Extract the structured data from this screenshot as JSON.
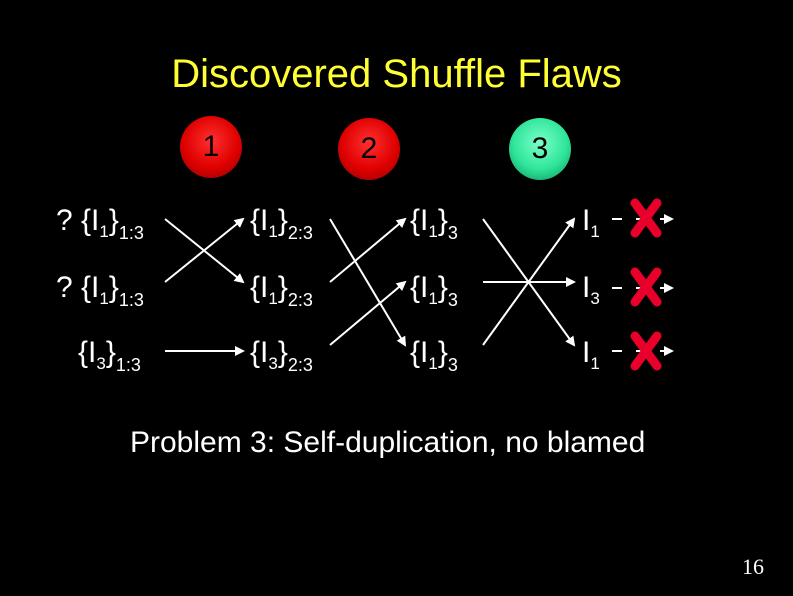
{
  "slide": {
    "title": "Discovered Shuffle Flaws",
    "circles": [
      "1",
      "2",
      "3"
    ],
    "problem": "Problem 3: Self-duplication, no blamed",
    "page_number": "16"
  },
  "rows": [
    {
      "mark": "?",
      "c1": {
        "base": "I",
        "sub": "1",
        "rest": "1:3"
      },
      "c2": {
        "base": "I",
        "sub": "1",
        "rest": "2:3"
      },
      "c3": {
        "base": "I",
        "sub": "1",
        "rest": "3"
      },
      "c4": {
        "base": "I",
        "sub": "1"
      }
    },
    {
      "mark": "?",
      "c1": {
        "base": "I",
        "sub": "1",
        "rest": "1:3"
      },
      "c2": {
        "base": "I",
        "sub": "1",
        "rest": "2:3"
      },
      "c3": {
        "base": "I",
        "sub": "1",
        "rest": "3"
      },
      "c4": {
        "base": "I",
        "sub": "3"
      }
    },
    {
      "mark": "",
      "c1": {
        "base": "I",
        "sub": "3",
        "rest": "1:3"
      },
      "c2": {
        "base": "I",
        "sub": "3",
        "rest": "2:3"
      },
      "c3": {
        "base": "I",
        "sub": "1",
        "rest": "3"
      },
      "c4": {
        "base": "I",
        "sub": "1"
      }
    }
  ],
  "colors": {
    "title": "#ffff33",
    "reject": "#e8002a",
    "good": "#2fe59a"
  },
  "icons": [
    "red-x-icon",
    "arrow-icon"
  ]
}
